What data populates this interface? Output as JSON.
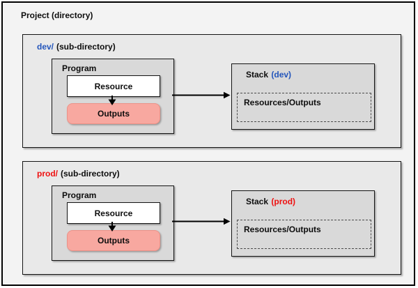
{
  "title": "Project (directory)",
  "colors": {
    "dev_accent": "#2355bb",
    "prod_accent": "#ee1111",
    "outputs_fill": "#f8a8a0",
    "outputs_border": "#ec9288",
    "project_bg": "#f3f3f3",
    "subdir_bg": "#e9e9e9",
    "box_bg": "#d9d9d9",
    "arrow_color": "#000000"
  },
  "sections": [
    {
      "id": "dev",
      "dir_name": "dev/",
      "dir_type": "(sub-directory)",
      "program": {
        "title": "Program",
        "resource": "Resource",
        "outputs": "Outputs"
      },
      "stack": {
        "title": "Stack",
        "env": "(dev)",
        "contents": "Resources/Outputs"
      }
    },
    {
      "id": "prod",
      "dir_name": "prod/",
      "dir_type": "(sub-directory)",
      "program": {
        "title": "Program",
        "resource": "Resource",
        "outputs": "Outputs"
      },
      "stack": {
        "title": "Stack",
        "env": "(prod)",
        "contents": "Resources/Outputs"
      }
    }
  ]
}
